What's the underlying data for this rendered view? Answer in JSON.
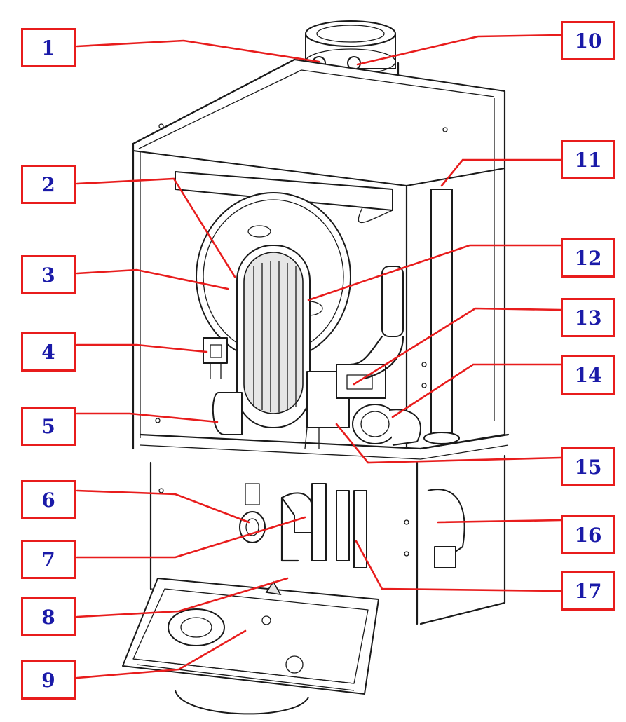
{
  "callouts": [
    {
      "id": "1",
      "label": "1"
    },
    {
      "id": "2",
      "label": "2"
    },
    {
      "id": "3",
      "label": "3"
    },
    {
      "id": "4",
      "label": "4"
    },
    {
      "id": "5",
      "label": "5"
    },
    {
      "id": "6",
      "label": "6"
    },
    {
      "id": "7",
      "label": "7"
    },
    {
      "id": "8",
      "label": "8"
    },
    {
      "id": "9",
      "label": "9"
    },
    {
      "id": "10",
      "label": "10"
    },
    {
      "id": "11",
      "label": "11"
    },
    {
      "id": "12",
      "label": "12"
    },
    {
      "id": "13",
      "label": "13"
    },
    {
      "id": "14",
      "label": "14"
    },
    {
      "id": "15",
      "label": "15"
    },
    {
      "id": "16",
      "label": "16"
    },
    {
      "id": "17",
      "label": "17"
    }
  ],
  "colors": {
    "callout_border": "#e81c1c",
    "callout_text": "#1a1aa8",
    "leader_line": "#e81c1c",
    "drawing_ink": "#1a1a1a"
  }
}
